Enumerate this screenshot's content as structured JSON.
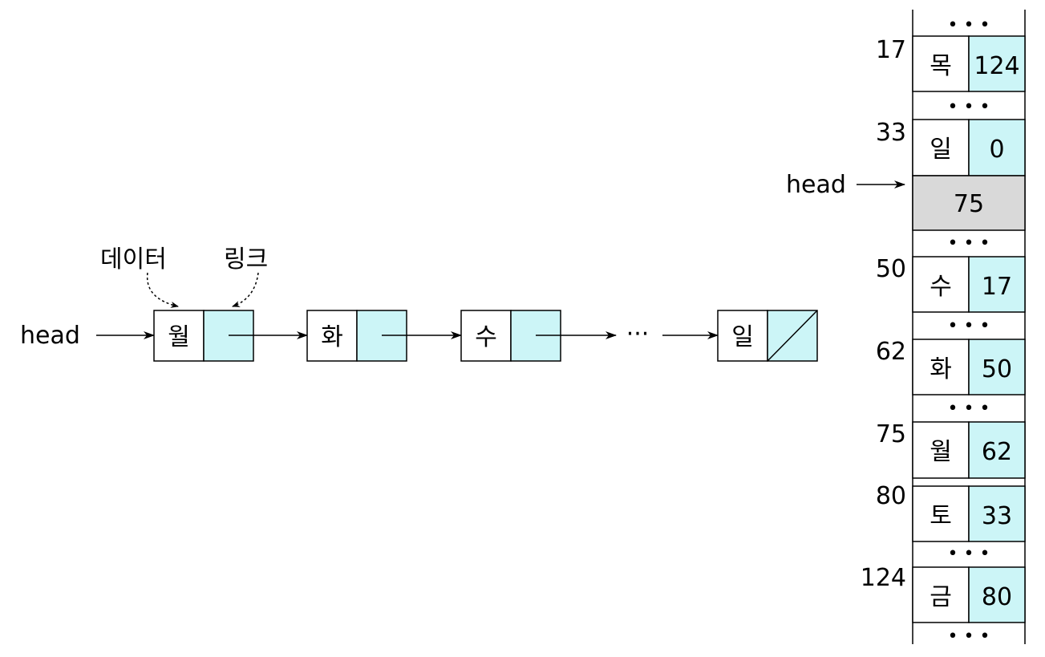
{
  "colors": {
    "link_fill": "#ccf5f7",
    "head_fill": "#d9d9d9",
    "node_fill": "#ffffff",
    "stroke": "#000000"
  },
  "linked_list": {
    "head_label": "head",
    "data_label": "데이터",
    "link_label": "링크",
    "ellipsis": "···",
    "nodes": [
      {
        "data": "월"
      },
      {
        "data": "화"
      },
      {
        "data": "수"
      },
      {
        "data": "일",
        "null_link": true
      }
    ]
  },
  "memory": {
    "head_label": "head",
    "gap": "• • •",
    "entries": [
      {
        "address": "17",
        "data": "목",
        "link": "124"
      },
      {
        "address": "33",
        "data": "일",
        "link": "0"
      },
      {
        "address": "",
        "head_value": "75"
      },
      {
        "address": "50",
        "data": "수",
        "link": "17"
      },
      {
        "address": "62",
        "data": "화",
        "link": "50"
      },
      {
        "address": "75",
        "data": "월",
        "link": "62"
      },
      {
        "address": "80",
        "data": "토",
        "link": "33"
      },
      {
        "address": "124",
        "data": "금",
        "link": "80"
      }
    ]
  }
}
